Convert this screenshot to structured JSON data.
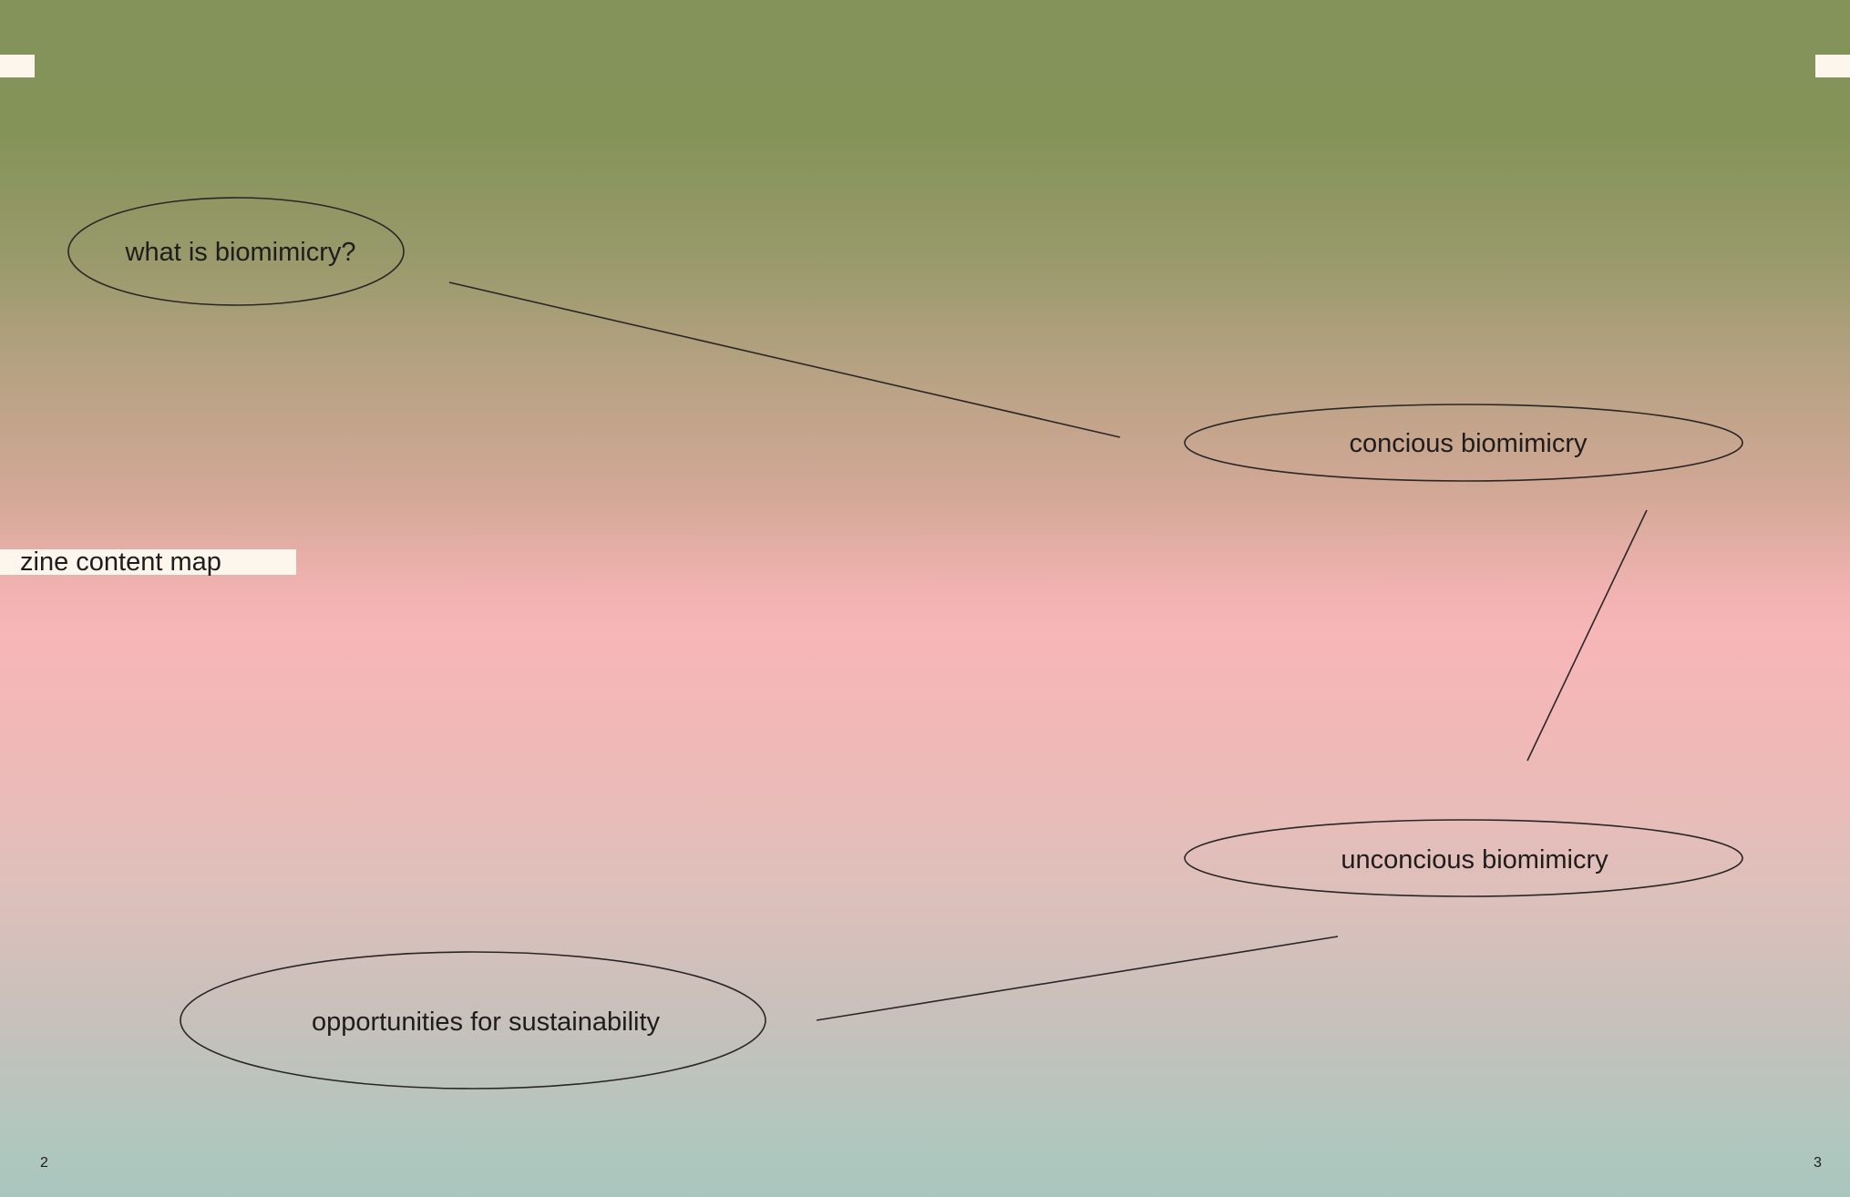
{
  "title": "zine content map",
  "nodes": {
    "what_is": "what is biomimicry?",
    "concious": "concious biomimicry",
    "unconcious": "unconcious biomimicry",
    "opportunities": "opportunities for sustainability"
  },
  "pages": {
    "left": "2",
    "right": "3"
  },
  "colors": {
    "top": "#84935a",
    "middle": "#f7b6b7",
    "bottom": "#a9c6be",
    "label_background": "#fcf6ed",
    "ink": "#1f1c1c"
  }
}
